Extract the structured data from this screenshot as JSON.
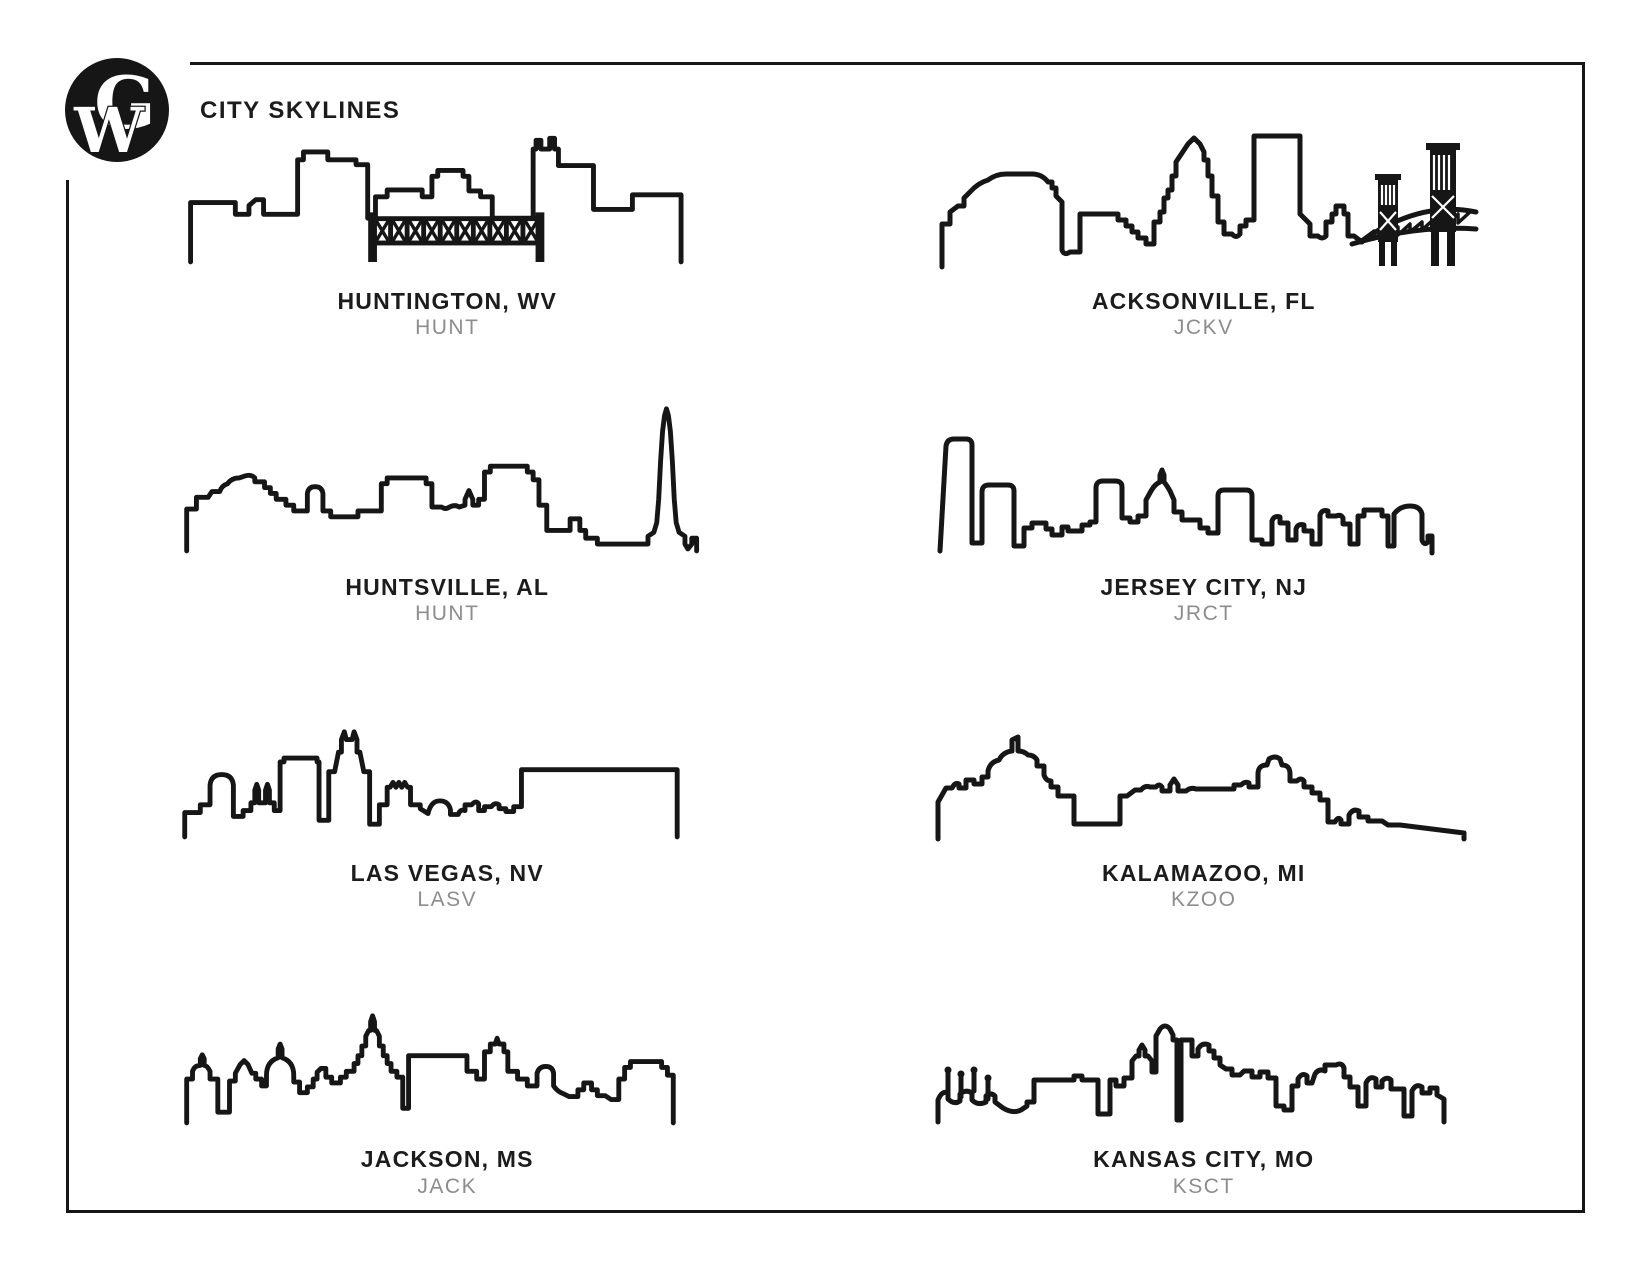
{
  "page": {
    "title": "CITY SKYLINES",
    "logo": {
      "letter_g": "G",
      "letter_w": "W"
    }
  },
  "colors": {
    "line_black": "#161616",
    "code_gray": "#8d8d8d",
    "background": "#ffffff"
  },
  "cells": [
    {
      "city": "HUNTINGTON, WV",
      "code": "HUNT"
    },
    {
      "city": "ACKSONVILLE, FL",
      "code": "JCKV"
    },
    {
      "city": "HUNTSVILLE, AL",
      "code": "HUNT"
    },
    {
      "city": "JERSEY CITY, NJ",
      "code": "JRCT"
    },
    {
      "city": "LAS VEGAS, NV",
      "code": "LASV"
    },
    {
      "city": "KALAMAZOO, MI",
      "code": "KZOO"
    },
    {
      "city": "JACKSON, MS",
      "code": "JACK"
    },
    {
      "city": "KANSAS CITY, MO",
      "code": "KSCT"
    }
  ]
}
